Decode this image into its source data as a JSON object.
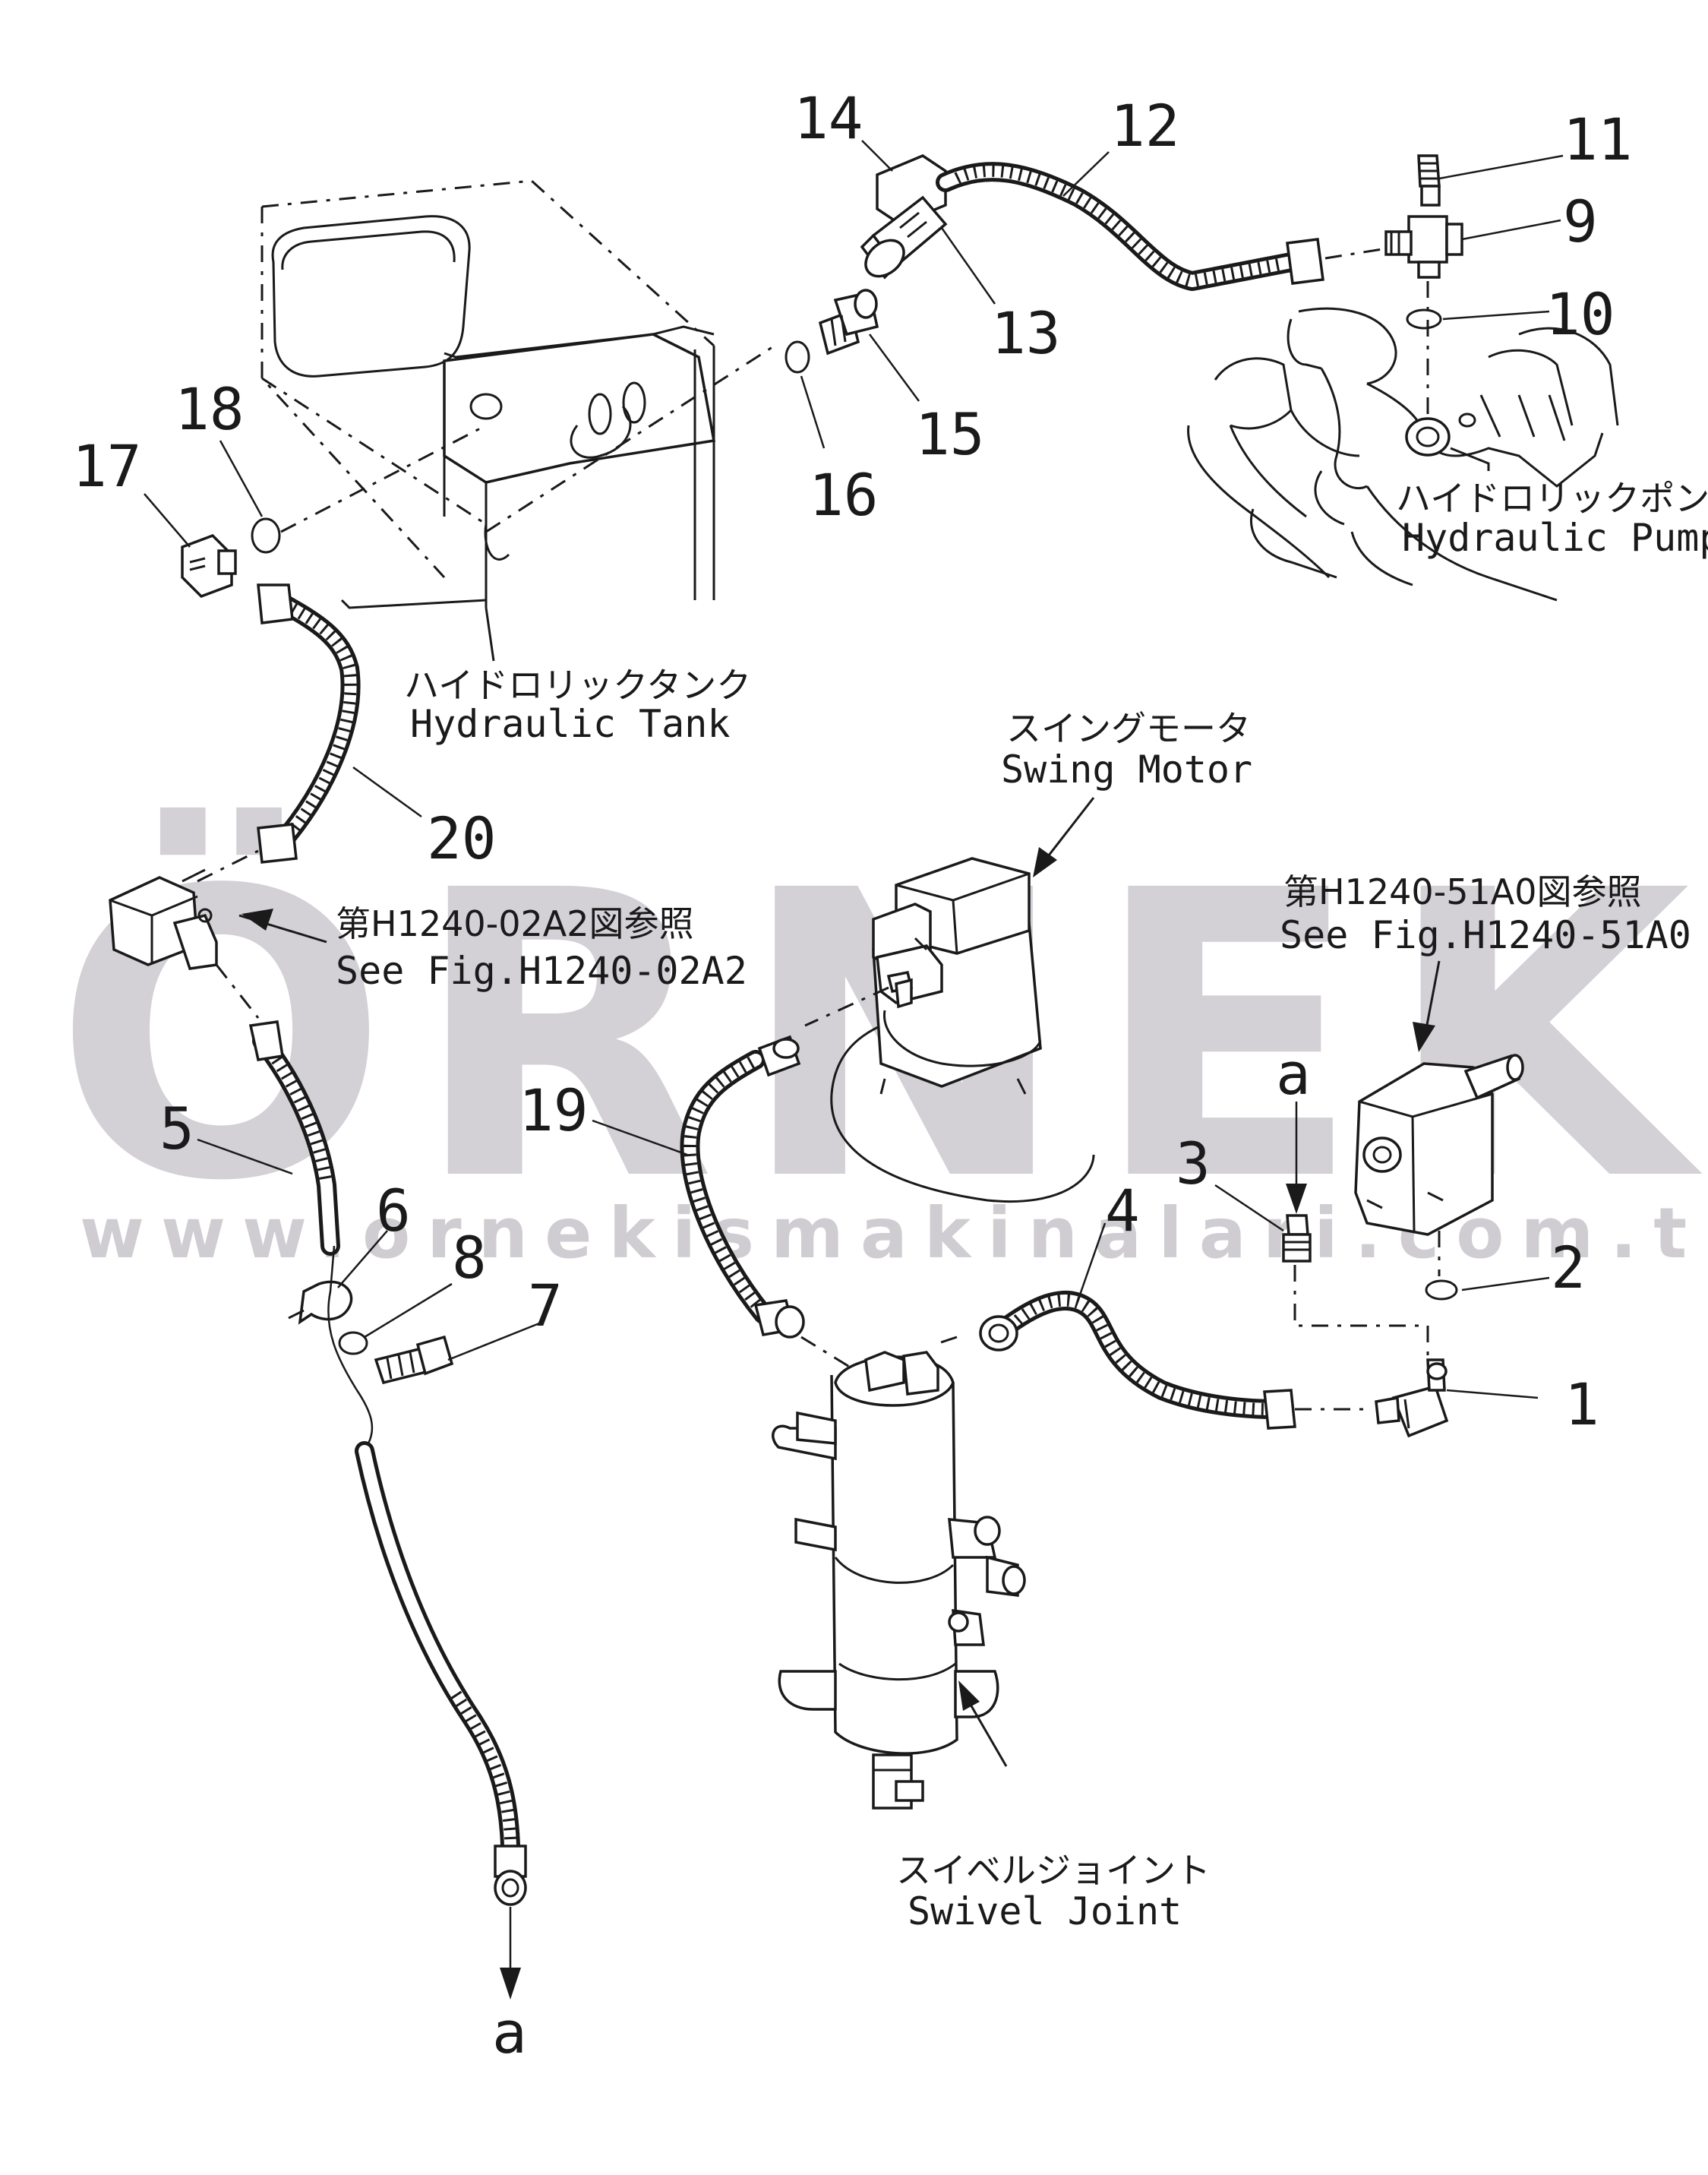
{
  "watermark": {
    "brand": "ÖRNEK",
    "url": "www.ornekismakinalari.com.tr"
  },
  "components": {
    "hydraulic_tank": {
      "jp": "ハイドロリックタンク",
      "en": "Hydraulic Tank"
    },
    "hydraulic_pump": {
      "jp": "ハイドロリックポンプ",
      "en": "Hydraulic Pump"
    },
    "swing_motor": {
      "jp": "スイングモータ",
      "en": "Swing Motor"
    },
    "swivel_joint": {
      "jp": "スイベルジョイント",
      "en": "Swivel Joint"
    }
  },
  "references": {
    "ref_02a2": {
      "jp": "第H1240-02A2図参照",
      "en": "See Fig.H1240-02A2"
    },
    "ref_51a0": {
      "jp": "第H1240-51A0図参照",
      "en": "See Fig.H1240-51A0"
    }
  },
  "connection_marks": {
    "top": "a",
    "bottom": "a"
  },
  "part_numbers": [
    "1",
    "2",
    "3",
    "4",
    "5",
    "6",
    "7",
    "8",
    "9",
    "10",
    "11",
    "12",
    "13",
    "14",
    "15",
    "16",
    "17",
    "18",
    "19",
    "20"
  ]
}
